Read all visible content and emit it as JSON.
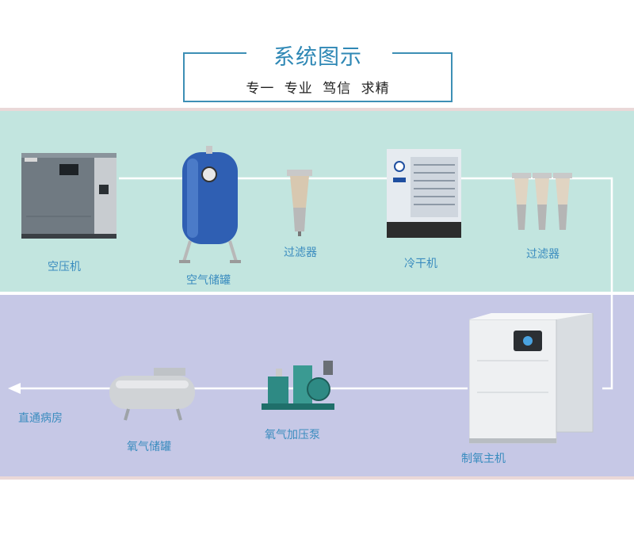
{
  "header": {
    "title": "系统图示",
    "subtitle": "专一 专业 笃信 求精"
  },
  "colors": {
    "accent": "#2f88b5",
    "top_band": "#c2e5df",
    "bottom_band": "#c6c8e6",
    "flow_line": "#ffffff"
  },
  "equipment": [
    {
      "label": "空压机"
    },
    {
      "label": "空气储罐"
    },
    {
      "label": "过滤器"
    },
    {
      "label": "冷干机"
    },
    {
      "label": "过滤器"
    },
    {
      "label": "制氧主机"
    },
    {
      "label": "氧气加压泵"
    },
    {
      "label": "氧气储罐"
    }
  ],
  "destination": {
    "label": "直通病房"
  }
}
